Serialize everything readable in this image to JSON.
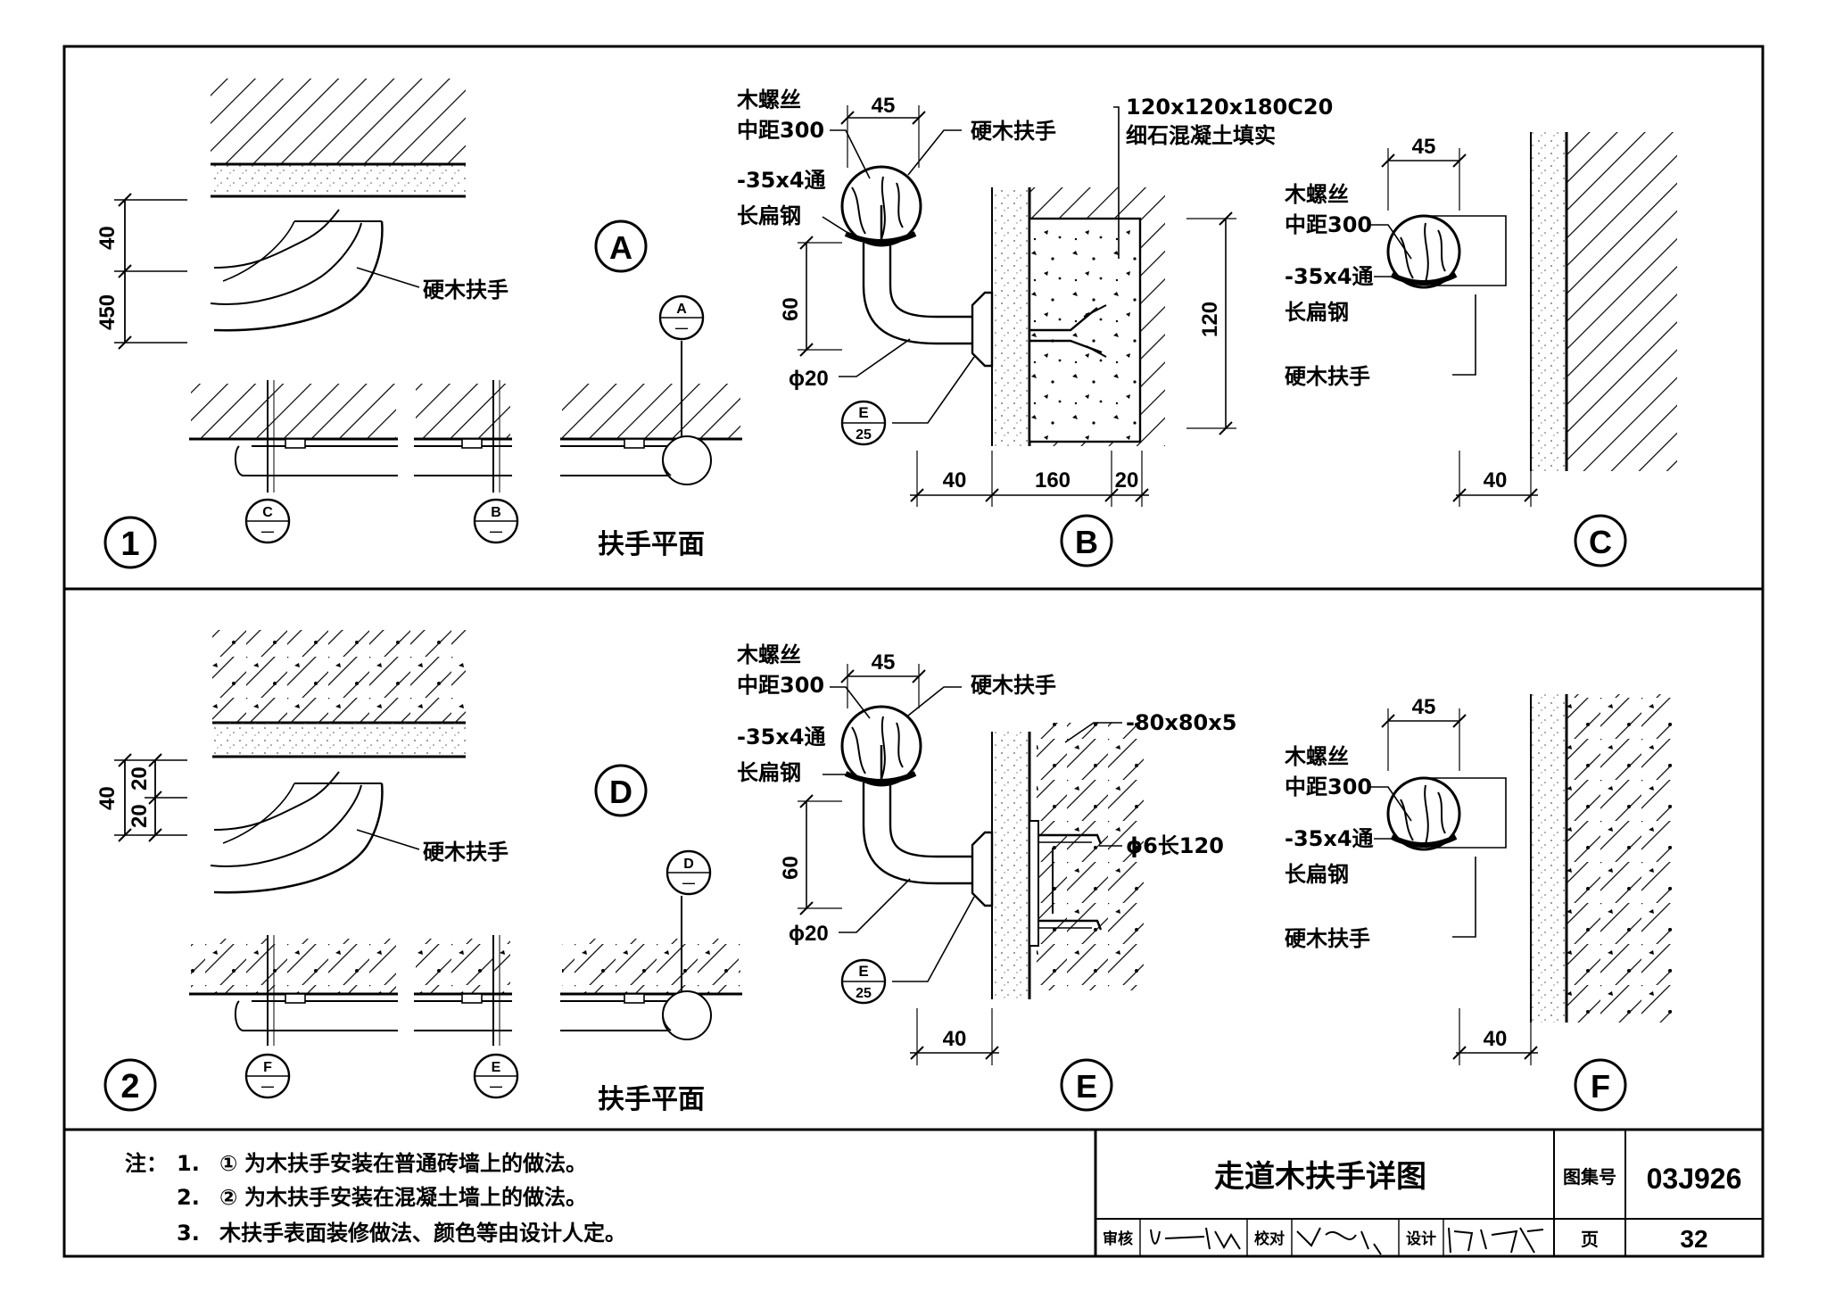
{
  "sheet": {
    "row1": {
      "marker": "1",
      "plan_caption": "扶手平面",
      "handrail_label": "硬木扶手",
      "dims": [
        "40",
        "450"
      ],
      "plan_section_marks": [
        {
          "letter": "C",
          "sub": "—"
        },
        {
          "letter": "B",
          "sub": "—"
        },
        {
          "letter": "A",
          "sub": "—"
        }
      ],
      "detail_marker": "A"
    },
    "row2": {
      "marker": "2",
      "plan_caption": "扶手平面",
      "handrail_label": "硬木扶手",
      "dims": [
        "40",
        "20",
        "20"
      ],
      "plan_section_marks": [
        {
          "letter": "F",
          "sub": "—"
        },
        {
          "letter": "E",
          "sub": "—"
        },
        {
          "letter": "D",
          "sub": "—"
        }
      ],
      "detail_marker": "D"
    },
    "detail_B": {
      "marker": "B",
      "screw_1": "木螺丝",
      "screw_2": "中距300",
      "flat_1": "-35x4通",
      "flat_2": "长扁钢",
      "handrail": "硬木扶手",
      "fill_1": "120x120x180C20",
      "fill_2": "细石混凝土填实",
      "rod": "ϕ20",
      "dim_width": "45",
      "dim_height": "60",
      "dim_pocket": "120",
      "dims_bottom": [
        "40",
        "160",
        "20"
      ],
      "ref_letter": "E",
      "ref_page": "25"
    },
    "detail_C": {
      "marker": "C",
      "screw_1": "木螺丝",
      "screw_2": "中距300",
      "flat_1": "-35x4通",
      "flat_2": "长扁钢",
      "handrail": "硬木扶手",
      "dim_width": "45",
      "dim_bottom": "40"
    },
    "detail_E": {
      "marker": "E",
      "screw_1": "木螺丝",
      "screw_2": "中距300",
      "flat_1": "-35x4通",
      "flat_2": "长扁钢",
      "handrail": "硬木扶手",
      "plate": "-80x80x5",
      "anchor": "ϕ6长120",
      "rod": "ϕ20",
      "dim_width": "45",
      "dim_height": "60",
      "dim_bottom": "40",
      "ref_letter": "E",
      "ref_page": "25"
    },
    "detail_F": {
      "marker": "F",
      "screw_1": "木螺丝",
      "screw_2": "中距300",
      "flat_1": "-35x4通",
      "flat_2": "长扁钢",
      "handrail": "硬木扶手",
      "dim_width": "45",
      "dim_bottom": "40"
    }
  },
  "notes": {
    "prefix": "注：",
    "items": [
      {
        "num": "1.",
        "mark": "①",
        "text": "为木扶手安装在普通砖墙上的做法。"
      },
      {
        "num": "2.",
        "mark": "②",
        "text": "为木扶手安装在混凝土墙上的做法。"
      },
      {
        "num": "3.",
        "mark": "",
        "text": "木扶手表面装修做法、颜色等由设计人定。"
      }
    ]
  },
  "title_block": {
    "title": "走道木扶手详图",
    "atlas_label": "图集号",
    "atlas_no": "03J926",
    "page_label": "页",
    "page_no": "32",
    "review_label": "审核",
    "check_label": "校对",
    "design_label": "设计"
  },
  "colors": {
    "ink": "#000000",
    "paper": "#ffffff"
  }
}
